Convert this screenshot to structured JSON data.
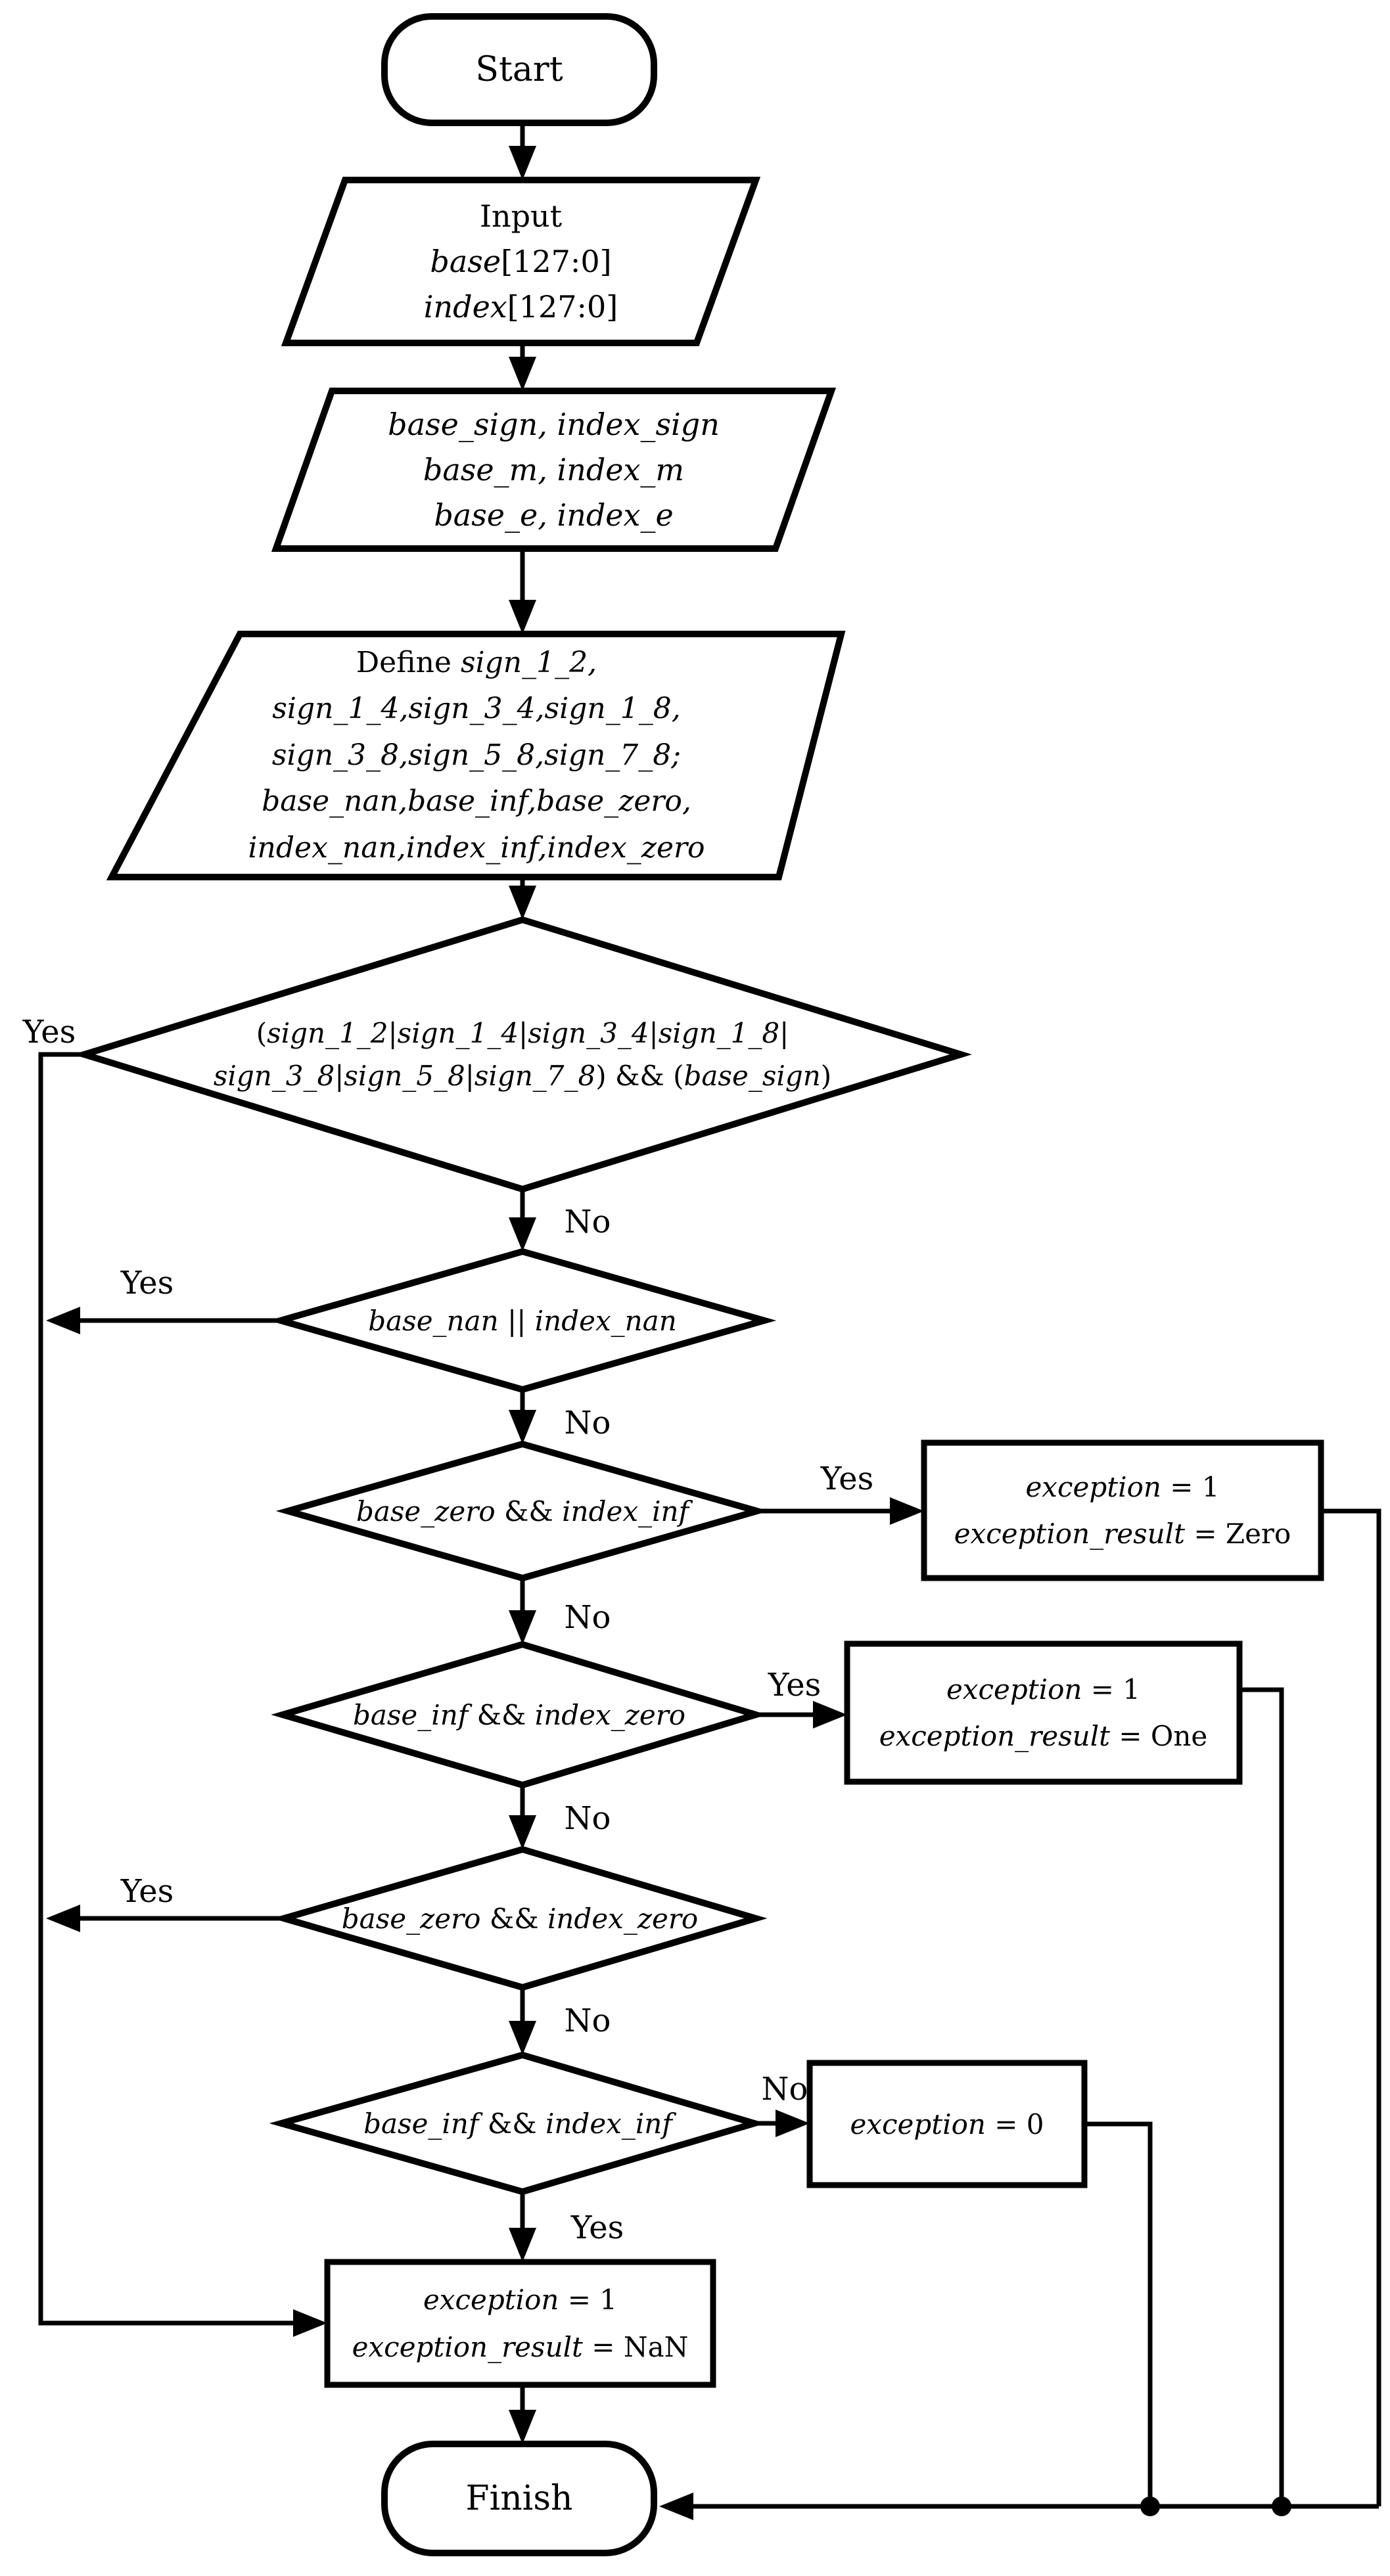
{
  "colors": {
    "ink": "#000000",
    "paper": "#ffffff"
  },
  "nodes": {
    "start": {
      "label": "Start"
    },
    "input": {
      "lines": [
        {
          "segs": [
            {
              "t": "Input",
              "i": false
            }
          ]
        },
        {
          "segs": [
            {
              "t": "base",
              "i": true
            },
            {
              "t": "[127:0]",
              "i": false
            }
          ]
        },
        {
          "segs": [
            {
              "t": "index",
              "i": true
            },
            {
              "t": "[127:0]",
              "i": false
            }
          ]
        }
      ]
    },
    "extract": {
      "lines": [
        {
          "segs": [
            {
              "t": "base_sign, index_sign",
              "i": true
            }
          ]
        },
        {
          "segs": [
            {
              "t": "base_m, index_m",
              "i": true
            }
          ]
        },
        {
          "segs": [
            {
              "t": "base_e, index_e",
              "i": true
            }
          ]
        }
      ]
    },
    "define": {
      "lines": [
        {
          "segs": [
            {
              "t": "Define ",
              "i": false
            },
            {
              "t": "sign_1_2,",
              "i": true
            }
          ]
        },
        {
          "segs": [
            {
              "t": "sign_1_4,sign_3_4,sign_1_8,",
              "i": true
            }
          ]
        },
        {
          "segs": [
            {
              "t": "sign_3_8,sign_5_8,sign_7_8;",
              "i": true
            }
          ]
        },
        {
          "segs": [
            {
              "t": "base_nan,base_inf,base_zero,",
              "i": true
            }
          ]
        },
        {
          "segs": [
            {
              "t": "index_nan,index_inf,index_zero",
              "i": true
            }
          ]
        }
      ]
    },
    "decision_sign": {
      "lines": [
        {
          "segs": [
            {
              "t": "(",
              "i": false
            },
            {
              "t": "sign_1_2|sign_1_4|sign_3_4|sign_1_8|",
              "i": true
            }
          ]
        },
        {
          "segs": [
            {
              "t": "sign_3_8|sign_5_8|sign_7_8",
              "i": true
            },
            {
              "t": ") && (",
              "i": false
            },
            {
              "t": "base_sign",
              "i": true
            },
            {
              "t": ")",
              "i": false
            }
          ]
        }
      ]
    },
    "decision_nan": {
      "lines": [
        {
          "segs": [
            {
              "t": "base_nan",
              "i": true
            },
            {
              "t": " || ",
              "i": false
            },
            {
              "t": "index_nan",
              "i": true
            }
          ]
        }
      ]
    },
    "decision_zero_inf": {
      "lines": [
        {
          "segs": [
            {
              "t": "base_zero",
              "i": true
            },
            {
              "t": " && ",
              "i": false
            },
            {
              "t": "index_inf",
              "i": true
            }
          ]
        }
      ]
    },
    "box_zero": {
      "lines": [
        {
          "segs": [
            {
              "t": "exception",
              "i": true
            },
            {
              "t": " = 1",
              "i": false
            }
          ]
        },
        {
          "segs": [
            {
              "t": "exception_result",
              "i": true
            },
            {
              "t": " = Zero",
              "i": false
            }
          ]
        }
      ]
    },
    "decision_inf_zero": {
      "lines": [
        {
          "segs": [
            {
              "t": "base_inf",
              "i": true
            },
            {
              "t": " && ",
              "i": false
            },
            {
              "t": "index_zero",
              "i": true
            }
          ]
        }
      ]
    },
    "box_one": {
      "lines": [
        {
          "segs": [
            {
              "t": "exception",
              "i": true
            },
            {
              "t": " = 1",
              "i": false
            }
          ]
        },
        {
          "segs": [
            {
              "t": "exception_result",
              "i": true
            },
            {
              "t": " = One",
              "i": false
            }
          ]
        }
      ]
    },
    "decision_zero_zero": {
      "lines": [
        {
          "segs": [
            {
              "t": "base_zero",
              "i": true
            },
            {
              "t": " && ",
              "i": false
            },
            {
              "t": "index_zero",
              "i": true
            }
          ]
        }
      ]
    },
    "decision_inf_inf": {
      "lines": [
        {
          "segs": [
            {
              "t": "base_inf",
              "i": true
            },
            {
              "t": " && ",
              "i": false
            },
            {
              "t": "index_inf",
              "i": true
            }
          ]
        }
      ]
    },
    "box_exception_zero": {
      "lines": [
        {
          "segs": [
            {
              "t": "exception",
              "i": true
            },
            {
              "t": " = 0",
              "i": false
            }
          ]
        }
      ]
    },
    "box_nan": {
      "lines": [
        {
          "segs": [
            {
              "t": "exception",
              "i": true
            },
            {
              "t": " = 1",
              "i": false
            }
          ]
        },
        {
          "segs": [
            {
              "t": "exception_result",
              "i": true
            },
            {
              "t": " = NaN",
              "i": false
            }
          ]
        }
      ]
    },
    "finish": {
      "label": "Finish"
    }
  },
  "edge_labels": {
    "d1_yes": "Yes",
    "d1_no": "No",
    "d2_yes": "Yes",
    "d2_no": "No",
    "d3_yes": "Yes",
    "d3_no": "No",
    "d4_yes": "Yes",
    "d4_no": "No",
    "d5_yes": "Yes",
    "d5_no": "No",
    "d6_no": "No",
    "d6_yes": "Yes"
  }
}
